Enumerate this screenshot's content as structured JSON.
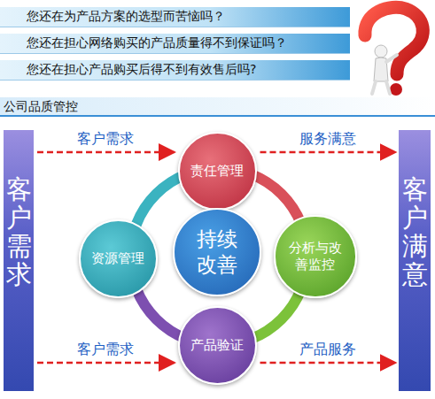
{
  "diagram": {
    "nodes": [
      {
        "text": [
          "您还在为产品方案的选型而苦恼吗？"
        ]
      },
      {
        "text": [
          "您还在担心网络购买的产品质量得不到保证吗？"
        ]
      },
      {
        "text": [
          "您还在担心产品购买后得不到有效售后吗?"
        ]
      },
      {
        "text": [
          "客户需求"
        ]
      },
      {
        "text": [
          "责任管理"
        ]
      },
      {
        "text": [
          "资源管理"
        ]
      },
      {
        "text": [
          "持续改善"
        ]
      },
      {
        "text": [
          "分析与改善监控"
        ]
      },
      {
        "text": [
          "产品验证"
        ]
      },
      {
        "text": [
          "客户满意"
        ]
      }
    ],
    "edges": [
      {
        "from": 3,
        "to": 4,
        "label": "客户需求",
        "arrow": "to"
      },
      {
        "from": 4,
        "to": 9,
        "label": "服务满意",
        "arrow": "to"
      },
      {
        "from": 3,
        "to": 8,
        "label": "客户需求",
        "arrow": "to"
      },
      {
        "from": 8,
        "to": 9,
        "label": "产品服务",
        "arrow": "to"
      }
    ],
    "labels": [
      "公司品质管控"
    ]
  }
}
